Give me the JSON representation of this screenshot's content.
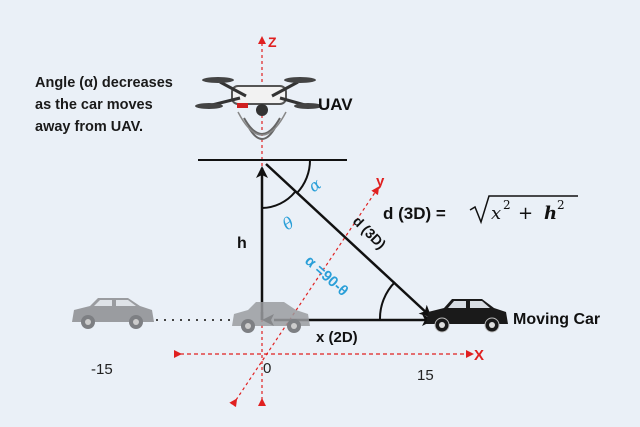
{
  "note": {
    "line1": "Angle (α) decreases",
    "line2": "as the car moves",
    "line3": "away from UAV."
  },
  "labels": {
    "uav": "UAV",
    "z_axis": "Z",
    "x_axis": "X",
    "y_axis": "y",
    "h": "h",
    "alpha_top": "α",
    "theta": "θ",
    "alpha_relation": "α =90-θ",
    "d_line": "d (3D)",
    "x_line": "x (2D)",
    "moving_car": "Moving Car",
    "formula_lhs": "d (3D) =",
    "formula_x": "x",
    "formula_plus": "+",
    "formula_h": "h",
    "formula_exp": "2"
  },
  "ticks": {
    "left": "-15",
    "origin": "0",
    "right": "15"
  },
  "colors": {
    "axis_red": "#e02020",
    "accent_blue": "#2a9fd8",
    "car_gray": "#9a9ca0",
    "car_black": "#1a1a1a",
    "background": "#eaf0f7"
  }
}
